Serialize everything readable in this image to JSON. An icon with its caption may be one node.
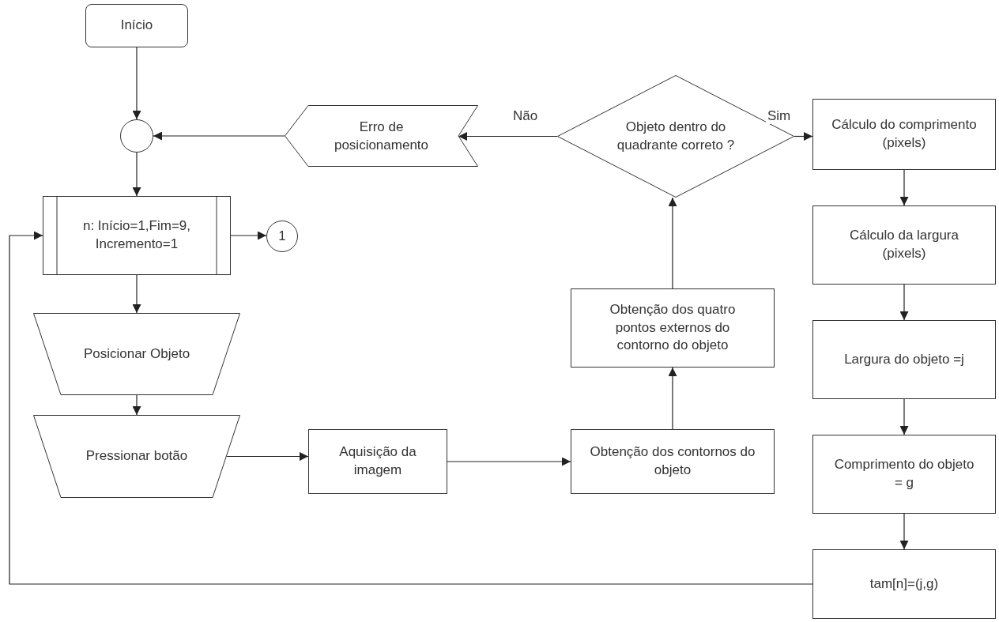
{
  "diagram": {
    "nodes": [
      {
        "text": [
          "Início"
        ]
      },
      {
        "text": [],
        "shape": "circle"
      },
      {
        "text": [
          "n: Início=1,Fim=9, Incremento=1"
        ]
      },
      {
        "text": [
          "1"
        ]
      },
      {
        "text": [
          "Posicionar Objeto"
        ]
      },
      {
        "text": [
          "Pressionar botão"
        ]
      },
      {
        "text": [
          "Aquisição da imagem"
        ]
      },
      {
        "text": [
          "Obtenção dos contornos do objeto"
        ]
      },
      {
        "text": [
          "Obtenção dos quatro pontos externos do contorno do objeto"
        ]
      },
      {
        "text": [
          "Objeto dentro do quadrante correto ?"
        ]
      },
      {
        "text": [
          "Erro de posicionamento"
        ]
      },
      {
        "text": [
          "Cálculo do comprimento (pixels)"
        ]
      },
      {
        "text": [
          "Cálculo da largura (pixels)"
        ]
      },
      {
        "text": [
          "Largura do objeto =j"
        ]
      },
      {
        "text": [
          "Comprimento do objeto = g"
        ]
      },
      {
        "text": [
          "tam[n]=(j,g)"
        ]
      }
    ],
    "edges": [
      {
        "from": 0,
        "to": 1,
        "arrow": "to"
      },
      {
        "from": 10,
        "to": 1,
        "arrow": "to"
      },
      {
        "from": 1,
        "to": 2,
        "arrow": "to"
      },
      {
        "from": 2,
        "to": 3,
        "arrow": "to"
      },
      {
        "from": 2,
        "to": 4,
        "arrow": "to"
      },
      {
        "from": 4,
        "to": 5,
        "arrow": "to"
      },
      {
        "from": 5,
        "to": 6,
        "arrow": "to"
      },
      {
        "from": 6,
        "to": 7,
        "arrow": "to"
      },
      {
        "from": 7,
        "to": 8,
        "arrow": "to"
      },
      {
        "from": 8,
        "to": 9,
        "arrow": "to"
      },
      {
        "from": 9,
        "to": 10,
        "arrow": "to",
        "label": "Não"
      },
      {
        "from": 9,
        "to": 11,
        "arrow": "to",
        "label": "Sim"
      },
      {
        "from": 11,
        "to": 12,
        "arrow": "to"
      },
      {
        "from": 12,
        "to": 13,
        "arrow": "to"
      },
      {
        "from": 13,
        "to": 14,
        "arrow": "to"
      },
      {
        "from": 14,
        "to": 15,
        "arrow": "to"
      },
      {
        "from": 15,
        "to": 2,
        "arrow": "to"
      }
    ]
  }
}
